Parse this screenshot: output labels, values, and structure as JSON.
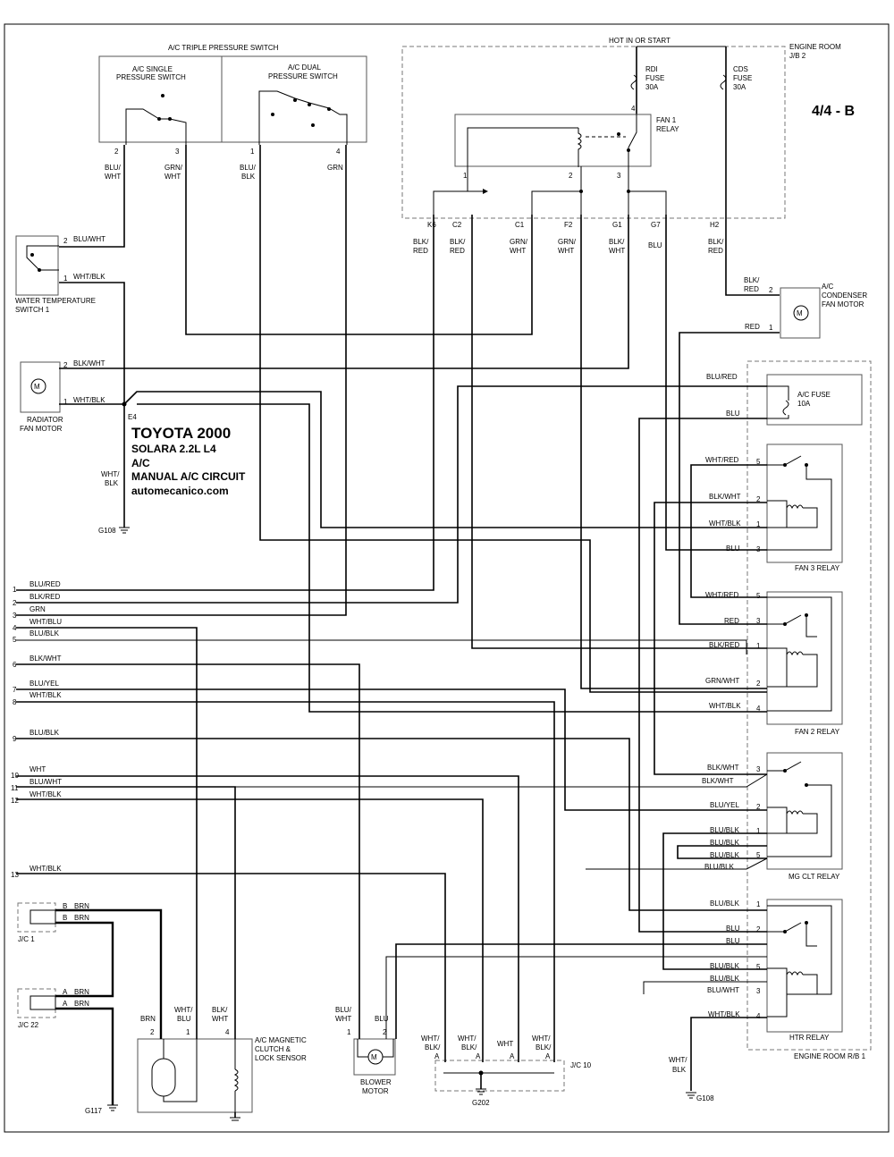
{
  "page_id": "4/4 - B",
  "title": {
    "l1": "TOYOTA 2000",
    "l2": "SOLARA  2.2L  L4",
    "l3": "A/C",
    "l4": "MANUAL A/C CIRCUIT",
    "l5": "automecanico.com"
  },
  "components": {
    "triple_switch": "A/C TRIPLE PRESSURE SWITCH",
    "single_switch_1": "A/C SINGLE",
    "single_switch_2": "PRESSURE SWITCH",
    "dual_switch_1": "A/C DUAL",
    "dual_switch_2": "PRESSURE SWITCH",
    "hot": "HOT IN OR START",
    "engine_room_jb2_1": "ENGINE ROOM",
    "engine_room_jb2_2": "J/B 2",
    "rdi_fuse": [
      "RDI",
      "FUSE",
      "30A"
    ],
    "cds_fuse": [
      "CDS",
      "FUSE",
      "30A"
    ],
    "fan1_relay": [
      "FAN 1",
      "RELAY"
    ],
    "water_temp_1": "WATER TEMPERATURE",
    "water_temp_2": "SWITCH 1",
    "radiator_fan_1": "RADIATOR",
    "radiator_fan_2": "FAN MOTOR",
    "condenser_fan": [
      "A/C",
      "CONDENSER",
      "FAN MOTOR"
    ],
    "ac_fuse": [
      "A/C FUSE",
      "10A"
    ],
    "fan3_relay": "FAN 3 RELAY",
    "fan2_relay": "FAN 2 RELAY",
    "mgclt_relay": "MG CLT RELAY",
    "htr_relay": "HTR RELAY",
    "rb1": "ENGINE ROOM R/B 1",
    "jc1": "J/C 1",
    "jc22": "J/C 22",
    "jc10": "J/C 10",
    "g117": "G117",
    "g202": "G202",
    "g108": "G108",
    "e4": "E4",
    "clutch": [
      "A/C MAGNETIC",
      "CLUTCH &",
      "LOCK SENSOR"
    ],
    "blower": [
      "BLOWER",
      "MOTOR"
    ],
    "motor_symbol": "M"
  },
  "pins": {
    "p1": "1",
    "p2": "2",
    "p3": "3",
    "p4": "4",
    "p5": "5",
    "k6": "K6",
    "c2": "C2",
    "c1": "C1",
    "f2": "F2",
    "g1": "G1",
    "g7": "G7",
    "h2": "H2",
    "a": "A",
    "b": "B",
    "n6": "6",
    "n7": "7",
    "n8": "8",
    "n9": "9",
    "n10": "10",
    "n11": "11",
    "n12": "12",
    "n13": "13"
  },
  "wires": {
    "blu_wht": "BLU/WHT",
    "wht_blk": "WHT/BLK",
    "blk_wht": "BLK/WHT",
    "blu_red": "BLU/RED",
    "blk_red": "BLK/RED",
    "grn": "GRN",
    "wht_blu": "WHT/BLU",
    "blu_blk": "BLU/BLK",
    "blu_yel": "BLU/YEL",
    "wht": "WHT",
    "blu": "BLU",
    "red": "RED",
    "wht_red": "WHT/RED",
    "grn_wht": "GRN/WHT",
    "brn": "BRN",
    "s_blu": "BLU/",
    "s_wht": "WHT",
    "s_grn": "GRN/",
    "s_blk": "BLK",
    "s_blk2": "BLK/",
    "s_red": "RED",
    "s_wht2": "WHT/",
    "s_blu2": "BLU"
  }
}
